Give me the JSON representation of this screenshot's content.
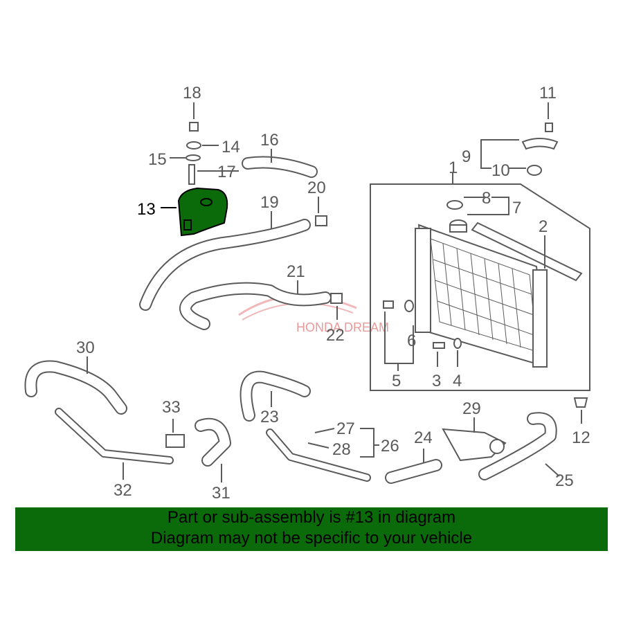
{
  "diagram": {
    "highlight_color": "#0b6b0b",
    "callouts": {
      "c1": "1",
      "c2": "2",
      "c3": "3",
      "c4": "4",
      "c5": "5",
      "c6": "6",
      "c7": "7",
      "c8": "8",
      "c9": "9",
      "c10": "10",
      "c11": "11",
      "c12": "12",
      "c13": "13",
      "c14": "14",
      "c15": "15",
      "c16": "16",
      "c17": "17",
      "c18": "18",
      "c19": "19",
      "c20": "20",
      "c21": "21",
      "c22": "22",
      "c23": "23",
      "c24": "24",
      "c25": "25",
      "c26": "26",
      "c27": "27",
      "c28": "28",
      "c29": "29",
      "c30": "30",
      "c31": "31",
      "c32": "32",
      "c33": "33"
    },
    "watermark": "HONDA DREAM"
  },
  "banner": {
    "line1": "Part or sub-assembly is #13 in diagram",
    "line2": "Diagram may not be specific to your vehicle",
    "color": "#0b6b0b"
  }
}
